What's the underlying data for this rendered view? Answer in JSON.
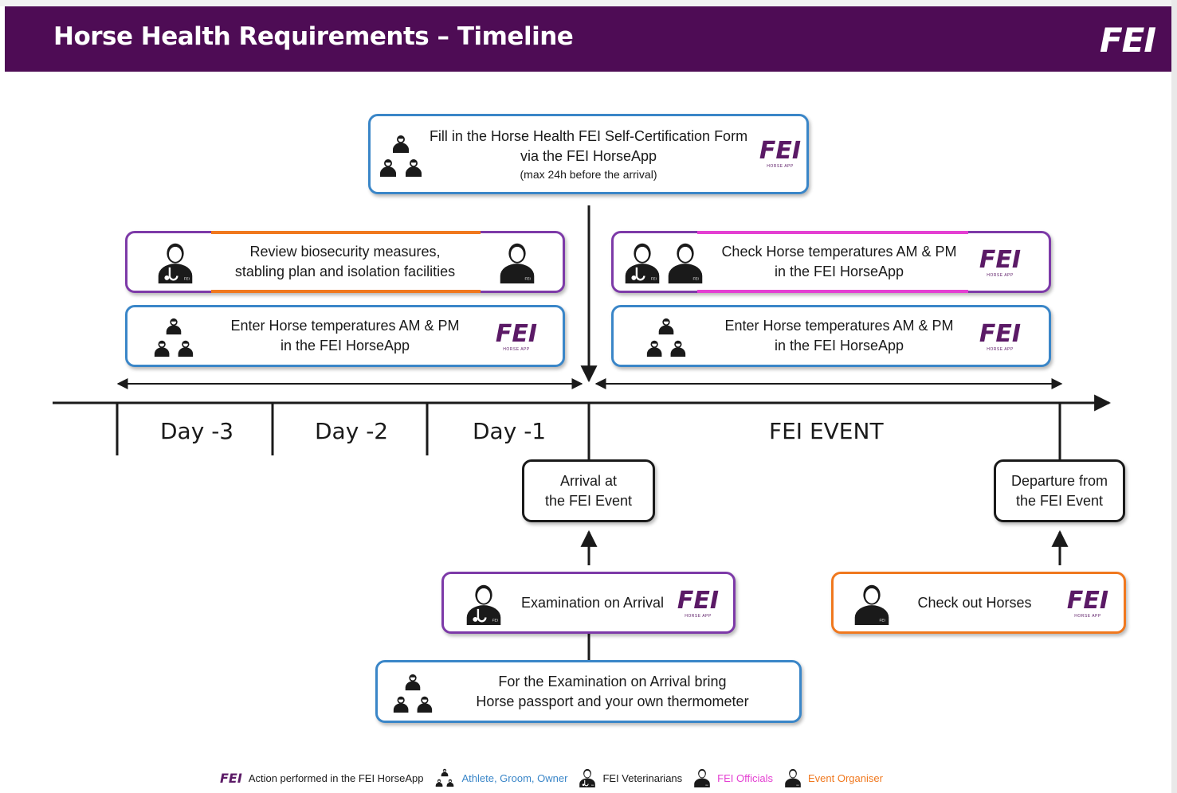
{
  "header": {
    "title": "Horse Health Requirements – Timeline",
    "logo": "FEI",
    "background": "#4e0c55"
  },
  "app_logo": {
    "glyph": "FEI",
    "caption": "HORSE APP"
  },
  "boxes": {
    "self_cert": {
      "line1": "Fill in the Horse Health FEI Self-Certification Form",
      "line2": "via the FEI HorseApp",
      "line3": "(max 24h before the arrival)"
    },
    "review_biosecurity": {
      "line1": "Review biosecurity measures,",
      "line2": "stabling plan and isolation facilities"
    },
    "pre_event_temps": {
      "line1": "Enter Horse temperatures AM & PM",
      "line2": "in the FEI HorseApp"
    },
    "check_temps": {
      "line1": "Check Horse temperatures AM & PM",
      "line2": "in the FEI HorseApp"
    },
    "event_temps": {
      "line1": "Enter Horse temperatures AM & PM",
      "line2": "in the FEI HorseApp"
    },
    "arrival": {
      "line1": "Arrival at",
      "line2": "the FEI Event"
    },
    "departure": {
      "line1": "Departure from",
      "line2": "the FEI Event"
    },
    "exam_arrival": {
      "line1": "Examination on Arrival"
    },
    "check_out": {
      "line1": "Check out Horses"
    },
    "bring_items": {
      "line1": "For the Examination on Arrival bring",
      "line2": "Horse passport and your own thermometer"
    }
  },
  "timeline": {
    "days": [
      "Day -3",
      "Day -2",
      "Day -1"
    ],
    "event": "FEI EVENT"
  },
  "legend": {
    "app": "Action performed in the FEI HorseApp",
    "athlete": "Athlete, Groom, Owner",
    "vets": "FEI Veterinarians",
    "officials": "FEI Officials",
    "organiser": "Event Organiser"
  },
  "colors": {
    "athlete": "#3a86c8",
    "veterinarian": "#7d3aa8",
    "officials": "#e43fd2",
    "organiser": "#f0781e",
    "app_purple": "#5b1a66"
  },
  "icons": {
    "group": "athlete-group-icon",
    "vet": "veterinarian-icon",
    "official": "official-icon",
    "organiser": "organiser-icon"
  }
}
